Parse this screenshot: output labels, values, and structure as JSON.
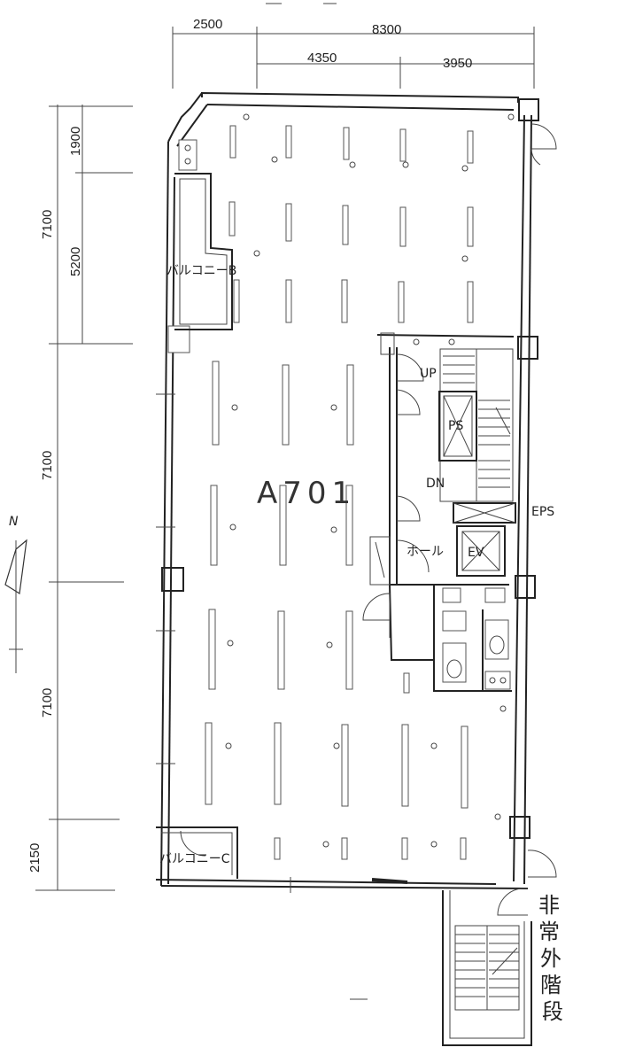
{
  "dimensions": {
    "top_1": "2500",
    "top_2": "8300",
    "top_3": "4350",
    "top_4": "3950",
    "left_1": "7100",
    "left_2": "1900",
    "left_3": "5200",
    "left_4": "7100",
    "left_5": "7100",
    "left_6": "2150"
  },
  "labels": {
    "unit": "A701",
    "balcony_b": "バルコニーB",
    "balcony_c": "バルコニーC",
    "up": "UP",
    "dn": "DN",
    "ps": "PS",
    "eps": "EPS",
    "hall": "ホール",
    "ev": "EV",
    "north": "N",
    "emergency_stairs": [
      "非",
      "常",
      "外",
      "階",
      "段"
    ]
  },
  "colors": {
    "line": "#222222",
    "background": "#ffffff"
  }
}
